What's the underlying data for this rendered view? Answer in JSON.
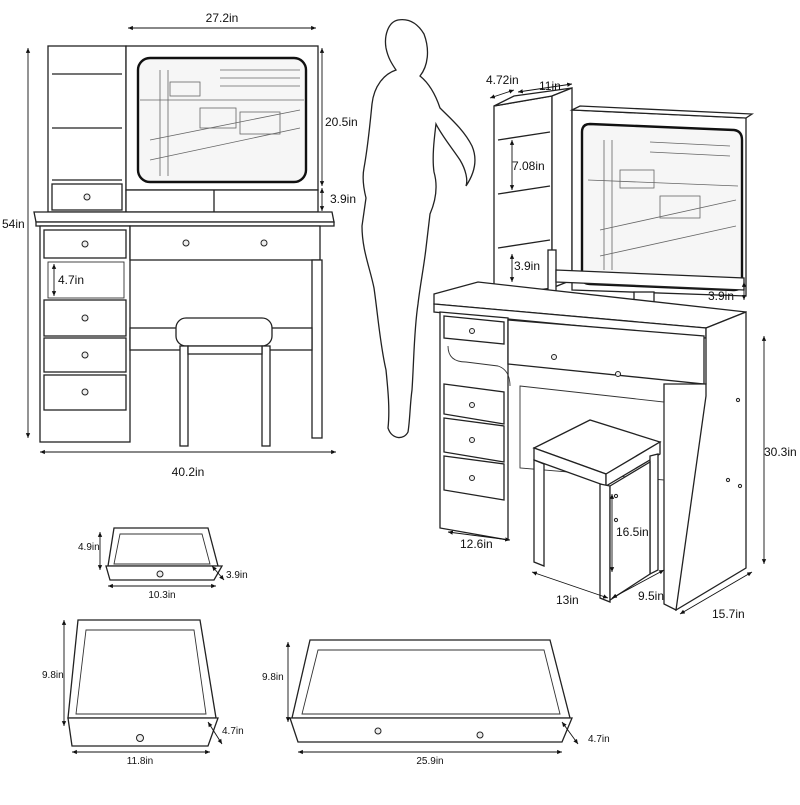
{
  "labels": {
    "front_width": "27.2in",
    "mirror_height": "20.5in",
    "shelf_drawer_height": "3.9in",
    "total_height": "54in",
    "side_opening": "4.7in",
    "desk_width": "40.2in",
    "side_depth": "4.72in",
    "side_width": "11in",
    "shelf_spacing": "7.08in",
    "small_drawer_h": "3.9in",
    "mirror_depth": "3.9in",
    "desk_height": "30.3in",
    "cabinet_depth": "12.6in",
    "stool_height": "16.5in",
    "stool_width": "13in",
    "stool_depth": "9.5in",
    "desk_depth": "15.7in",
    "drawer1_h": "4.9in",
    "drawer1_d": "3.9in",
    "drawer1_w": "10.3in",
    "drawer2_h": "9.8in",
    "drawer2_d": "4.7in",
    "drawer2_w": "11.8in",
    "drawer3_h": "9.8in",
    "drawer3_d": "4.7in",
    "drawer3_w": "25.9in"
  }
}
